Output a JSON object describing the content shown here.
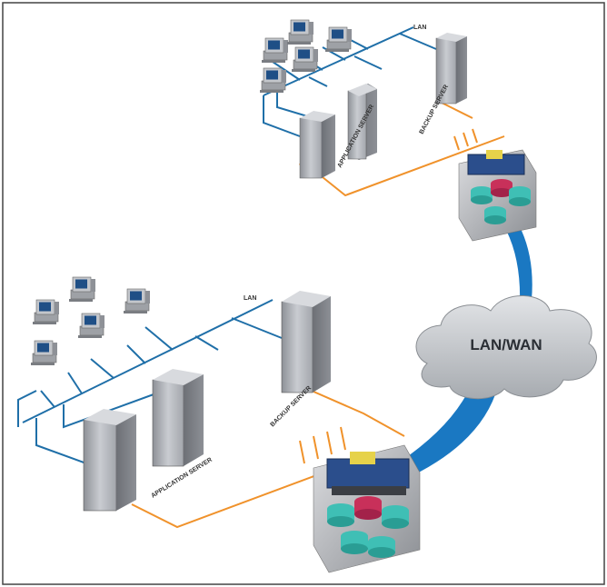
{
  "diagram": {
    "cloud_label": "LAN/WAN",
    "top_site": {
      "lan_label": "LAN",
      "app_server_label": "APPLICATION SERVER",
      "backup_server_label": "BACKUP SERVER"
    },
    "bottom_site": {
      "lan_label": "LAN",
      "app_server_label": "APPLICATION SERVER",
      "backup_server_label": "BACKUP SERVER"
    },
    "colors": {
      "lan": "#1f6fa8",
      "san": "#f0922b",
      "wan_link": "#1a78c2",
      "cloud": "#c9ccd0",
      "server": "#b9bcc2",
      "disk_cyan": "#3fbfb5",
      "disk_red": "#c8305a"
    }
  }
}
